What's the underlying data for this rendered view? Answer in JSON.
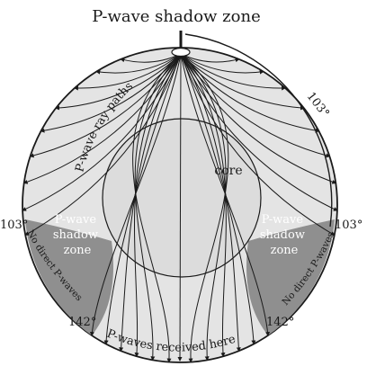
{
  "title": "P-wave shadow zone",
  "core_label": "core",
  "ray_paths_label": "P-wave ray paths",
  "angle_103": "103°",
  "angle_142": "142°",
  "shadow_zone_left": [
    "P-wave",
    "shadow",
    "zone"
  ],
  "shadow_zone_right": [
    "P-wave",
    "shadow",
    "zone"
  ],
  "no_direct_left": "No direct P-waves",
  "no_direct_right": "No direct P-waves",
  "received_label": "P-waves received here",
  "colors": {
    "mantle": "#e4e4e4",
    "core": "#dcdcdc",
    "shadow": "#8f8f8f",
    "ray": "#1a1a1a"
  }
}
